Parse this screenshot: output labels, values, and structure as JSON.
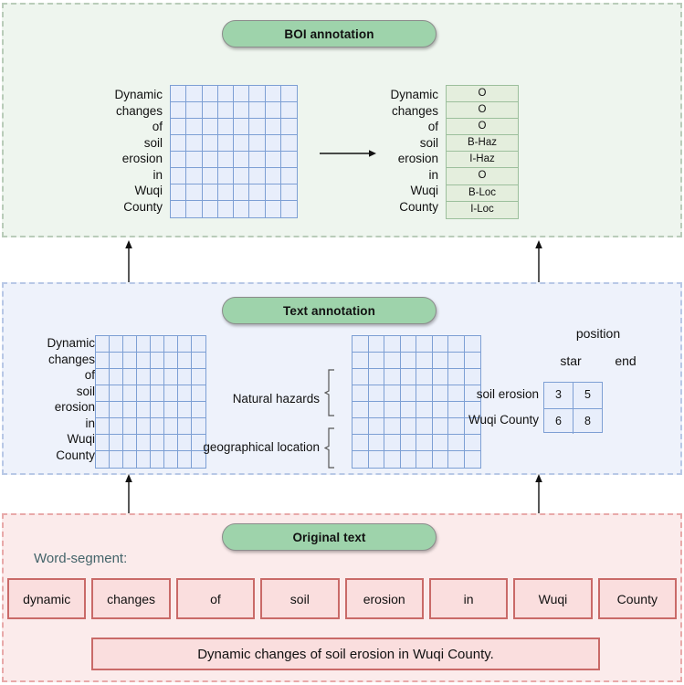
{
  "panels": {
    "boi": {
      "title": "BOI annotation",
      "bg": "#eef5ee",
      "border": "#b9ccb9"
    },
    "text": {
      "title": "Text annotation",
      "bg": "#eef2fb",
      "border": "#b8c8e6"
    },
    "orig": {
      "title": "Original text",
      "bg": "#fbebeb",
      "border": "#e8a9a9"
    }
  },
  "tokens": [
    "Dynamic",
    "changes",
    "of",
    "soil",
    "erosion",
    "in",
    "Wuqi",
    "County"
  ],
  "boi_tags": [
    "O",
    "O",
    "O",
    "B-Haz",
    "I-Haz",
    "O",
    "B-Loc",
    "I-Loc"
  ],
  "grids": {
    "boi_embedding": {
      "rows": 8,
      "cols": 8
    },
    "text_embedding": {
      "rows": 8,
      "cols": 8
    },
    "text_encoded": {
      "rows": 8,
      "cols": 8
    }
  },
  "entity_braces": [
    {
      "label": "Natural hazards"
    },
    {
      "label": "geographical location"
    }
  ],
  "position_table": {
    "title": "position",
    "headers": [
      "star",
      "end"
    ],
    "rows": [
      {
        "label": "soil erosion",
        "star": "3",
        "end": "5"
      },
      {
        "label": "Wuqi County",
        "star": "6",
        "end": "8"
      }
    ]
  },
  "original": {
    "word_segment_label": "Word-segment:",
    "segments": [
      "dynamic",
      "changes",
      "of",
      "soil",
      "erosion",
      "in",
      "Wuqi",
      "County"
    ],
    "sentence": "Dynamic changes of soil erosion in Wuqi County."
  },
  "colors": {
    "pill_green": "#9ed3ab",
    "grid_blue_border": "#7d9fd4",
    "grid_blue_fill": "#e8eefb",
    "tag_green_border": "#9cbf9c",
    "tag_green_fill": "#e4eedd",
    "red_border": "#c96a68",
    "red_fill": "#fadede",
    "word_segment_text": "#44646a"
  }
}
